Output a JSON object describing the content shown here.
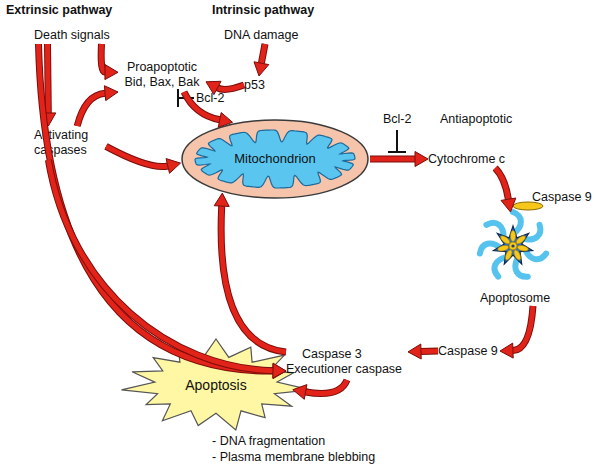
{
  "diagram": {
    "nodes": [
      {
        "text": [
          "Death signals"
        ]
      },
      {
        "text": [
          "DNA damage"
        ]
      },
      {
        "text": [
          "p53"
        ]
      },
      {
        "text": [
          "Proapoptotic Bid, Bax, Bak"
        ]
      },
      {
        "text": [
          "Activating caspases"
        ]
      },
      {
        "text": [
          "Mitochondrion"
        ]
      },
      {
        "text": [
          "Cytochrome c"
        ]
      },
      {
        "text": [
          "Caspase 9"
        ]
      },
      {
        "text": [
          "Apoptosome"
        ]
      },
      {
        "text": [
          "Caspase 9"
        ]
      },
      {
        "text": [
          "Caspase 3",
          "Executioner caspase"
        ]
      },
      {
        "text": [
          "Apoptosis"
        ]
      }
    ],
    "edges": [
      {
        "from": 0,
        "to": 3,
        "arrow": "to"
      },
      {
        "from": 0,
        "to": 4,
        "arrow": "to"
      },
      {
        "from": 1,
        "to": 2,
        "arrow": "to"
      },
      {
        "from": 2,
        "to": 3,
        "arrow": "to"
      },
      {
        "from": 3,
        "to": 5,
        "arrow": "to"
      },
      {
        "from": 4,
        "to": 3,
        "arrow": "to"
      },
      {
        "from": 4,
        "to": 5,
        "arrow": "to"
      },
      {
        "from": 5,
        "to": 6,
        "arrow": "to"
      },
      {
        "from": 6,
        "to": 8,
        "arrow": "to"
      },
      {
        "from": 8,
        "to": 9,
        "arrow": "to"
      },
      {
        "from": 9,
        "to": 10,
        "arrow": "to"
      },
      {
        "from": 10,
        "to": 5,
        "arrow": "to"
      },
      {
        "from": 0,
        "to": 10,
        "arrow": "to"
      },
      {
        "from": 4,
        "to": 10,
        "arrow": "to"
      },
      {
        "from": 10,
        "to": 11,
        "arrow": "to"
      }
    ],
    "labels": [
      "Extrinsic pathway",
      "Intrinsic pathway",
      "Bcl-2",
      "Bcl-2",
      "Antiapoptotic",
      "- DNA fragmentation",
      "- Plasma membrane blebbing"
    ]
  }
}
